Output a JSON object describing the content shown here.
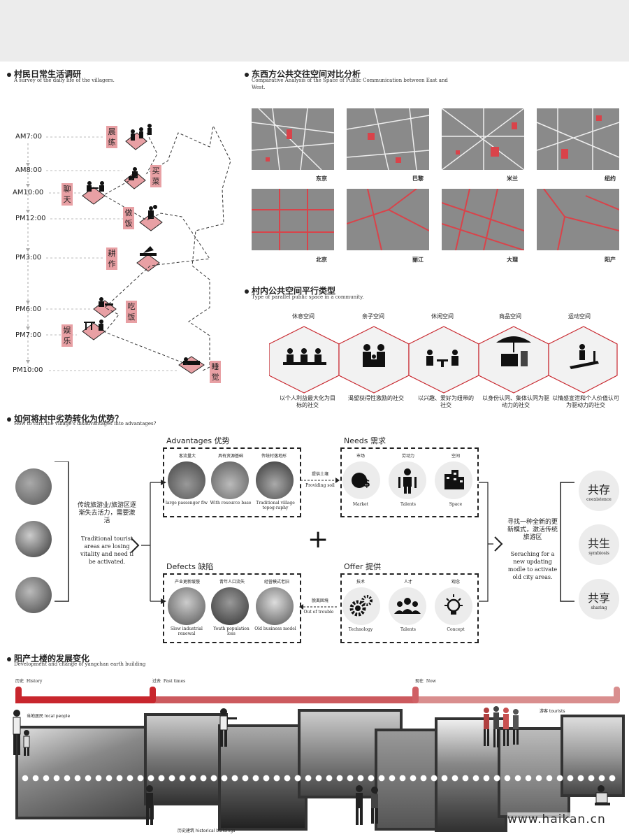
{
  "s1": {
    "title": "村民日常生活调研",
    "subtitle": "A survey of the daily life of the villagers."
  },
  "s1_times": [
    "AM7:00",
    "AM8:00",
    "AM10:00",
    "PM12:00",
    "PM3:00",
    "PM6:00",
    "PM7:00",
    "PM10:00"
  ],
  "s1_tags": [
    "晨练",
    "买菜",
    "聊天",
    "做饭",
    "耕作",
    "吃饭",
    "娱乐",
    "睡觉"
  ],
  "s2": {
    "title": "东西方公共交往空间对比分析",
    "subtitle": "Comparative Analysis of the Space of Public Communication between East and West."
  },
  "s2_maps": [
    "东京",
    "巴黎",
    "米兰",
    "纽约",
    "北京",
    "丽江",
    "大理",
    "阳产"
  ],
  "s3": {
    "title": "村内公共空间平行类型",
    "subtitle": "Type of parallel public space in a community."
  },
  "s3_types": [
    {
      "label": "休息空间",
      "caption": "以个人利益最大化为目标的社交"
    },
    {
      "label": "亲子空间",
      "caption": "渴望获得性激励的社交"
    },
    {
      "label": "休闲空间",
      "caption": "以兴趣、爱好为纽带的社交"
    },
    {
      "label": "商品空间",
      "caption": "以身份认同、集体认同为驱动力的社交"
    },
    {
      "label": "运动空间",
      "caption": "以情感宣泄和个人价值认可为驱动力的社交"
    }
  ],
  "s4": {
    "title": "如何将村中劣势转化为优势？",
    "subtitle": "How to turn the village's disadvantages into advantages?"
  },
  "s4_left": {
    "cn": "传统旅游业/旅游区逐渐失去活力，需要激活",
    "en": "Traditional tourist areas are losing vitality and need ti be activated."
  },
  "s4_right": {
    "cn": "寻找一种全新的更新模式，激活传统旅游区",
    "en": "Seraching for a new updating modle to activate old city areas."
  },
  "s4_adv": {
    "title": "Advantages 优势",
    "items": [
      {
        "cn": "客流量大",
        "en": "large passenger flw"
      },
      {
        "cn": "具有资源基础",
        "en": "With resource base"
      },
      {
        "cn": "传统村落地形",
        "en": "Traditional village topog-raphy"
      }
    ]
  },
  "s4_needs": {
    "title": "Needs 需求",
    "items": [
      {
        "cn": "市场",
        "en": "Market"
      },
      {
        "cn": "劳动力",
        "en": "Talents"
      },
      {
        "cn": "空间",
        "en": "Space"
      }
    ]
  },
  "s4_def": {
    "title": "Defects 缺陷",
    "items": [
      {
        "cn": "产业更新缓慢",
        "en": "Slow industrial renewal"
      },
      {
        "cn": "青年人口流失",
        "en": "Youth population loss"
      },
      {
        "cn": "经营模式老旧",
        "en": "Old business model"
      }
    ]
  },
  "s4_offer": {
    "title": "Offer 提供",
    "items": [
      {
        "cn": "技术",
        "en": "Technology"
      },
      {
        "cn": "人才",
        "en": "Talents"
      },
      {
        "cn": "观念",
        "en": "Concept"
      }
    ]
  },
  "s4_arrow1": {
    "cn": "提供土壤",
    "en": "Providing soil"
  },
  "s4_arrow2": {
    "cn": "脱离困境",
    "en": "Out of trouble"
  },
  "s4_plus": "+",
  "s4_outcomes": [
    {
      "cn": "共存",
      "en": "coexistence"
    },
    {
      "cn": "共生",
      "en": "symbiosis"
    },
    {
      "cn": "共享",
      "en": "sharing"
    }
  ],
  "s5": {
    "title": "阳产土楼的发展变化",
    "subtitle": "Development and change of yangchan earth building"
  },
  "s5_timeline": [
    {
      "cn": "历史",
      "en": "History"
    },
    {
      "cn": "过去",
      "en": "Past times"
    },
    {
      "cn": "现在",
      "en": "Now"
    }
  ],
  "s5_labels": {
    "local": "当地居民  local people",
    "tourist": "游客  tourists",
    "historical": "历史建筑  historical buildings"
  },
  "watermark": "www.haikan.cn",
  "colors": {
    "accent_red": "#c8262d",
    "tag_pink": "#e8a0a4",
    "timeline_light": "#d98e8e"
  }
}
